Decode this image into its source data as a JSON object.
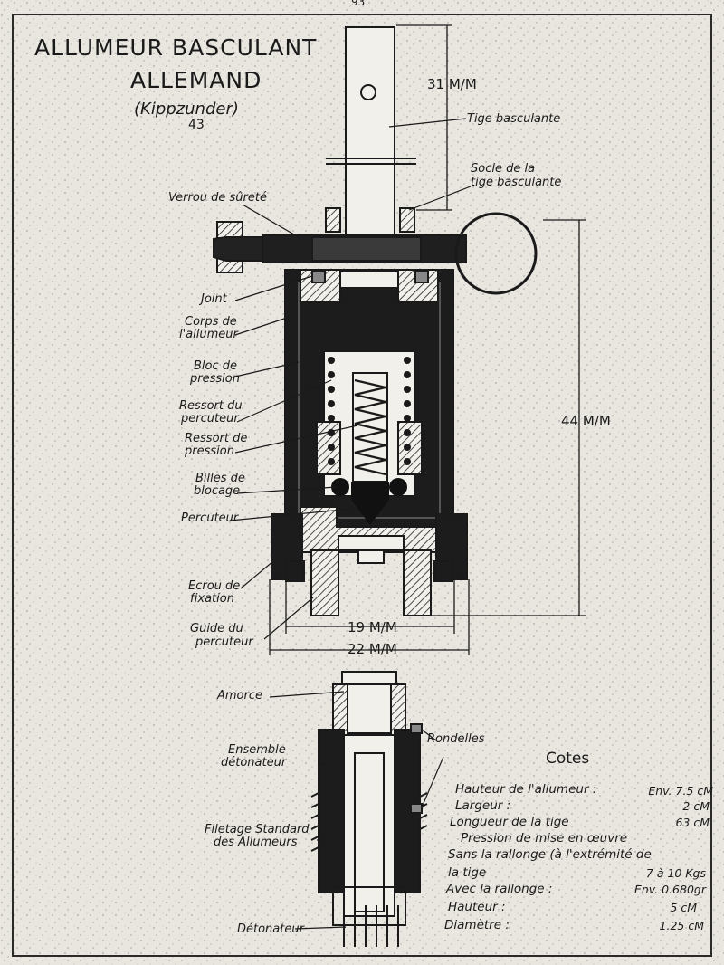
{
  "page_number": "93",
  "title": {
    "line1": "ALLUMEUR BASCULANT",
    "line2": "ALLEMAND",
    "subtitle": "(Kippzunder)",
    "model": "43"
  },
  "dimensions": {
    "height_top": "31 M/M",
    "height_body": "44 M/M",
    "width_inner": "19 M/M",
    "width_outer": "22 M/M"
  },
  "labels": {
    "tige": "Tige basculante",
    "socle1": "Socle de la",
    "socle2": "tige basculante",
    "verrou": "Verrou de sûreté",
    "joint": "Joint",
    "corps1": "Corps de",
    "corps2": "l'allumeur",
    "bloc1": "Bloc de",
    "bloc2": "pression",
    "ressortp1": "Ressort du",
    "ressortp2": "percuteur",
    "ressortpr1": "Ressort de",
    "ressortpr2": "pression",
    "billes1": "Billes de",
    "billes2": "blocage",
    "percuteur": "Percuteur",
    "ecrou1": "Ecrou de",
    "ecrou2": "fixation",
    "guide1": "Guide du",
    "guide2": "percuteur",
    "amorce": "Amorce",
    "ensemble1": "Ensemble",
    "ensemble2": "détonateur",
    "rondelles": "Rondelles",
    "filetage1": "Filetage Standard",
    "filetage2": "des Allumeurs",
    "detonateur": "Détonateur"
  },
  "specs": {
    "heading": "Cotes",
    "rows": [
      {
        "label": "Hauteur de l'allumeur :",
        "value": "Env. 7.5 cM"
      },
      {
        "label": "Largeur :",
        "value": "2 cM"
      },
      {
        "label": "Longueur de la tige",
        "value": "63 cM"
      },
      {
        "label": "Pression de mise en œuvre",
        "value": ""
      },
      {
        "label": "Sans la rallonge (à l'extrémité de",
        "value": ""
      },
      {
        "label": "la tige",
        "value": "7 à 10 Kgs"
      },
      {
        "label": "Avec la rallonge :",
        "value": "Env. 0.680gr"
      },
      {
        "label": "Hauteur :",
        "value": "5 cM"
      },
      {
        "label": "Diamètre :",
        "value": "1.25 cM"
      }
    ]
  }
}
